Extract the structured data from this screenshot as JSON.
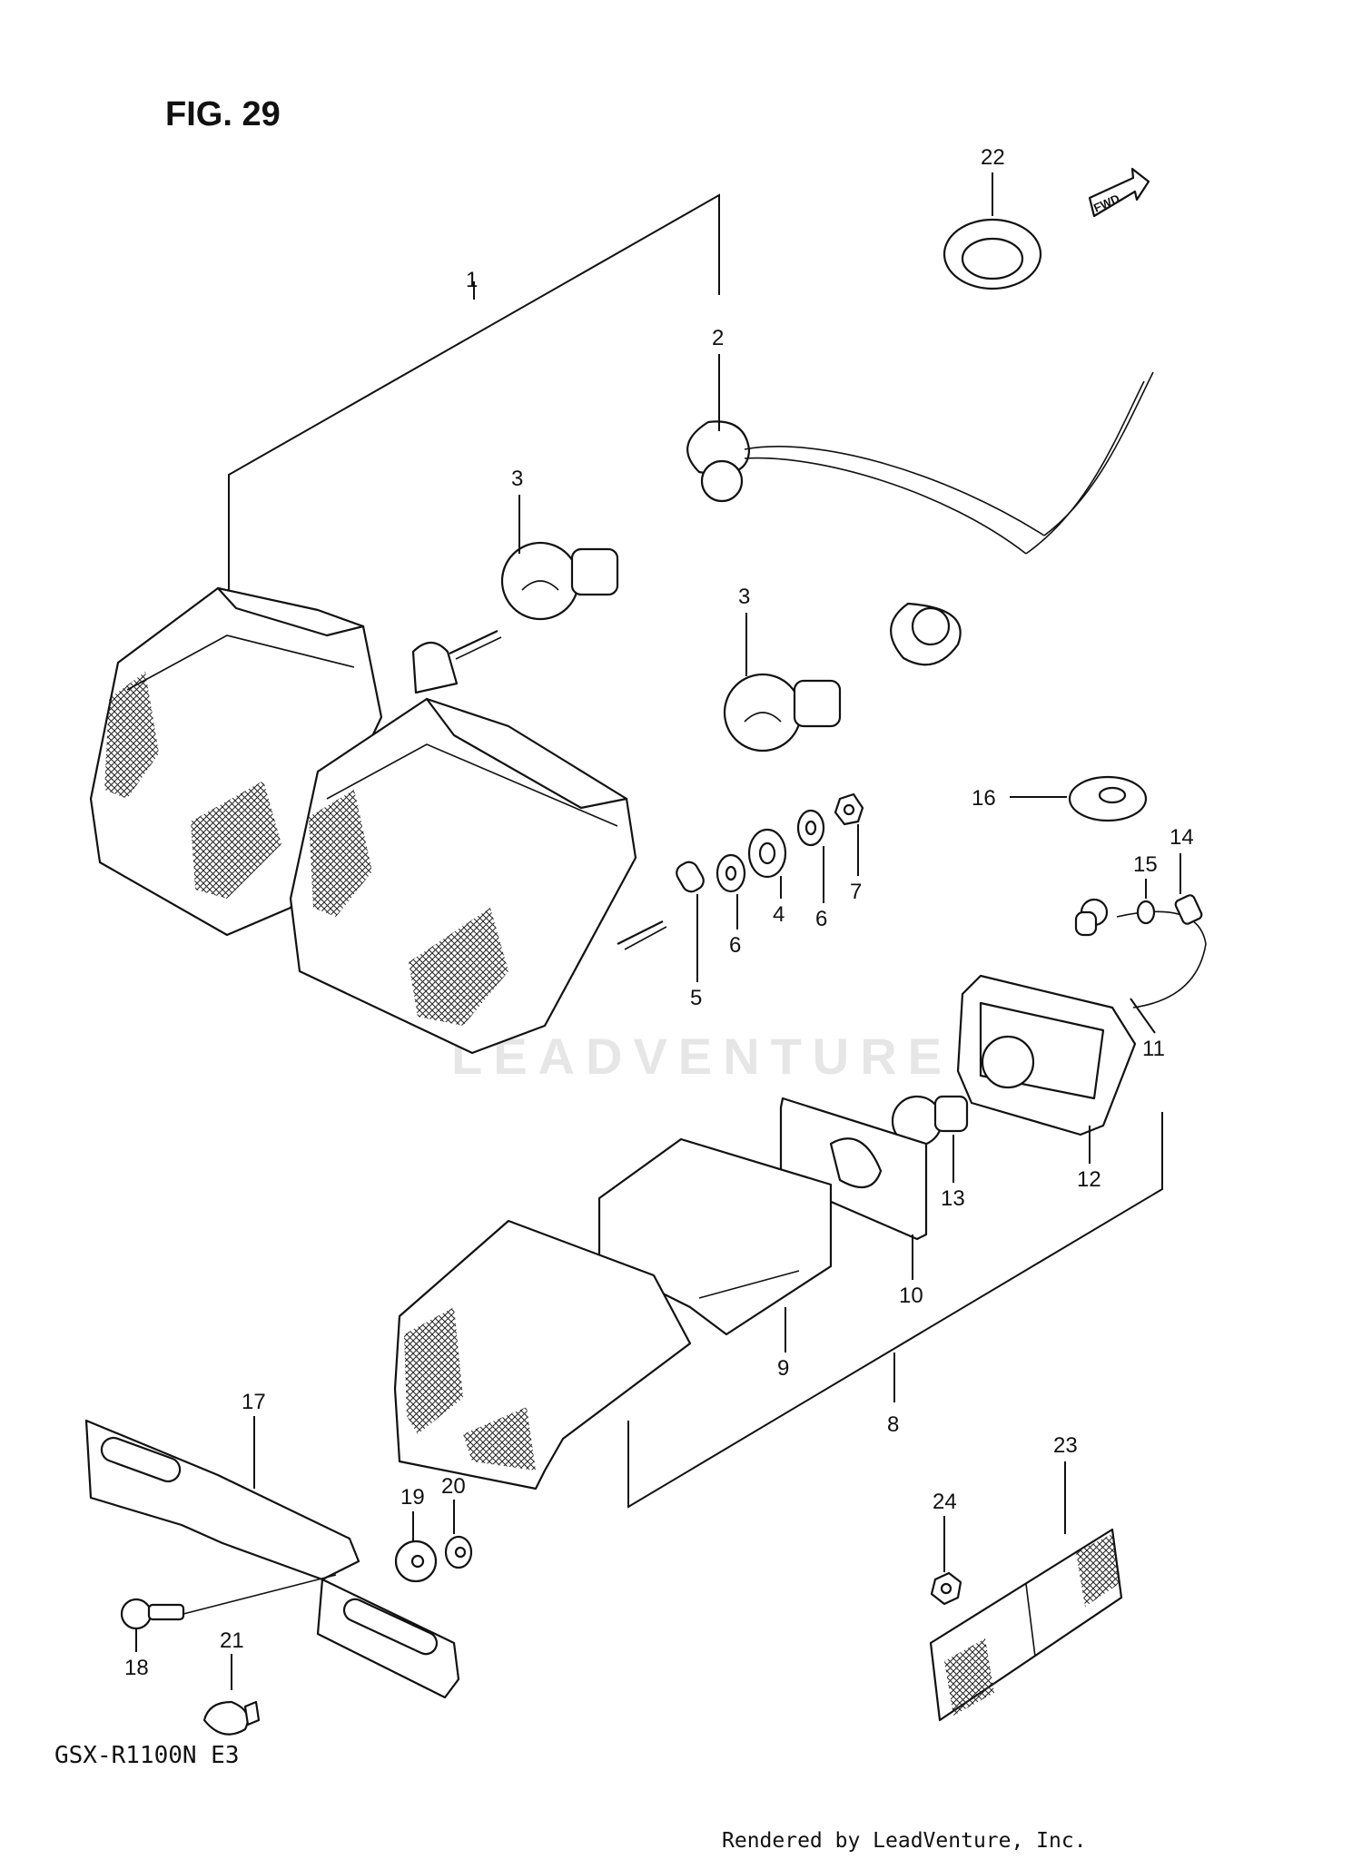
{
  "figure": {
    "title": "FIG. 29",
    "model": "GSX-R1100N E3",
    "direction_marker": "FWD",
    "watermark": "LEADVENTURE",
    "footer": "Rendered by LeadVenture, Inc."
  },
  "callouts": [
    "1",
    "2",
    "3",
    "3",
    "4",
    "5",
    "6",
    "6",
    "7",
    "8",
    "9",
    "10",
    "11",
    "12",
    "13",
    "14",
    "15",
    "16",
    "17",
    "18",
    "19",
    "20",
    "21",
    "22",
    "23",
    "24"
  ]
}
